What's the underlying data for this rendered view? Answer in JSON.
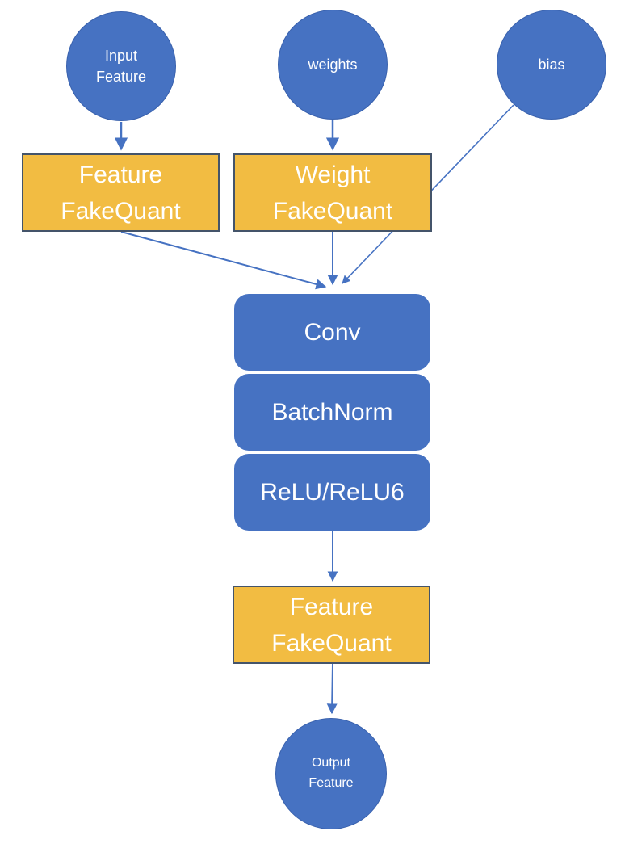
{
  "diagram": {
    "nodes": {
      "input_feature": {
        "label": "Input\nFeature",
        "shape": "circle"
      },
      "weights": {
        "label": "weights",
        "shape": "circle"
      },
      "bias": {
        "label": "bias",
        "shape": "circle"
      },
      "feature_fakequant_top": {
        "label": "Feature\nFakeQuant",
        "shape": "rect"
      },
      "weight_fakequant": {
        "label": "Weight\nFakeQuant",
        "shape": "rect"
      },
      "conv": {
        "label": "Conv",
        "shape": "rounded-rect"
      },
      "batchnorm": {
        "label": "BatchNorm",
        "shape": "rounded-rect"
      },
      "relu": {
        "label": "ReLU/ReLU6",
        "shape": "rounded-rect"
      },
      "feature_fakequant_bottom": {
        "label": "Feature\nFakeQuant",
        "shape": "rect"
      },
      "output_feature": {
        "label": "Output\nFeature",
        "shape": "circle"
      }
    },
    "colors": {
      "node_blue": "#4672C2",
      "node_blue_border": "#3961AD",
      "node_gold": "#F2BC42",
      "gold_border": "#44546A",
      "arrow_blue": "#4672C2",
      "text": "#FFFFFF",
      "background": "#FFFFFF"
    }
  }
}
